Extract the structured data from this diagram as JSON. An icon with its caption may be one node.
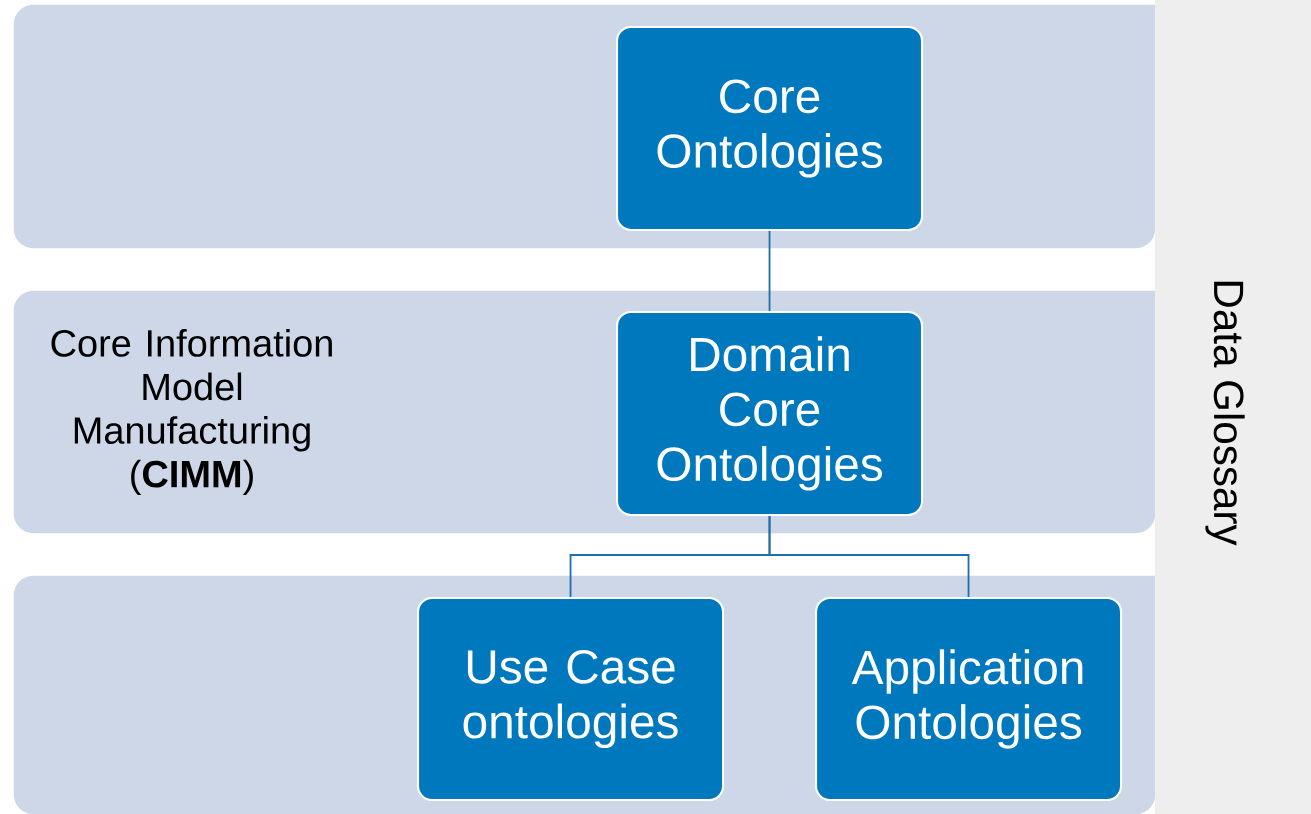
{
  "diagram": {
    "nodes": [
      {
        "text": [],
        "shape": "band"
      },
      {
        "text": [
          "Core Ontologies"
        ],
        "in": 0
      },
      {
        "text": [
          "Core Information Model Manufacturing (**CIMM**)"
        ]
      },
      {
        "text": [
          "Domain Core Ontologies"
        ],
        "in": 2
      },
      {
        "text": [],
        "shape": "band"
      },
      {
        "text": [
          "Use Case ontologies"
        ],
        "in": 4
      },
      {
        "text": [
          "Application Ontologies"
        ],
        "in": 4
      },
      {
        "text": [
          "Data Glossary"
        ]
      }
    ],
    "edges": [
      {
        "from": 1,
        "to": 3,
        "arrow": "none"
      },
      {
        "from": 3,
        "to": 5,
        "arrow": "none"
      },
      {
        "from": 3,
        "to": 6,
        "arrow": "none"
      }
    ]
  }
}
